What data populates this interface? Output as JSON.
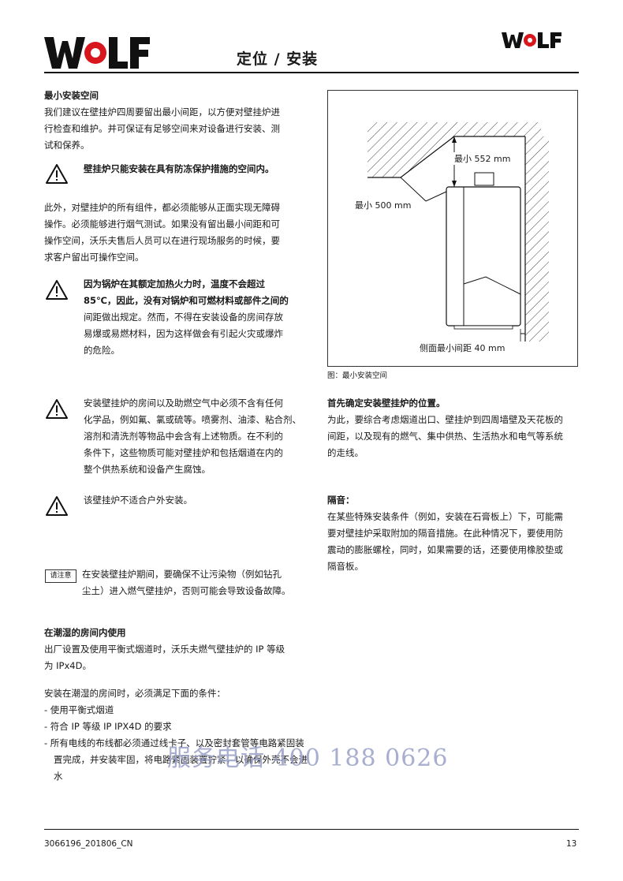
{
  "header": {
    "logo_text": "WOLF",
    "title": "定位 / 安装"
  },
  "left": {
    "section1_heading": "最小安装空间",
    "section1_lines": [
      "我们建议在壁挂炉四周要留出最小间距，以方便对壁挂炉进",
      "行检查和维护。并可保证有足够空间来对设备进行安装、测",
      "试和保养。"
    ],
    "warning1_text": "壁挂炉只能安装在具有防冻保护措施的空间内。",
    "para2_lines": [
      "此外，对壁挂炉的所有组件，都必须能够从正面实现无障碍",
      "操作。必须能够进行烟气测试。如果没有留出最小间距和可",
      "操作空间，沃乐夫售后人员可以在进行现场服务的时候，要",
      "求客户留出可操作空间。"
    ],
    "warning2_lines": [
      "因为锅炉在其额定加热火力时，温度不会超过",
      "85℃，因此，没有对锅炉和可燃材料或部件之间的",
      "间距做出规定。然而，不得在安装设备的房间存放",
      "易爆或易燃材料，因为这样做会有引起火灾或爆炸",
      "的危险。"
    ],
    "warning3_lines": [
      "安装壁挂炉的房间以及助燃空气中必须不含有任何",
      "化学品，例如氟、氯或硫等。喷雾剂、油漆、粘合剂、",
      "溶剂和清洗剂等物品中会含有上述物质。在不利的",
      "条件下，这些物质可能对壁挂炉和包括烟道在内的",
      "整个供热系统和设备产生腐蚀。"
    ],
    "warning4_text": "该壁挂炉不适合户外安装。",
    "note_badge": "请注意",
    "note_lines": [
      "在安装壁挂炉期间，要确保不让污染物（例如钻孔",
      "尘土）进入燃气壁挂炉，否则可能会导致设备故障。"
    ],
    "section2_heading": "在潮湿的房间内使用",
    "section2_lines": [
      "出厂设置及使用平衡式烟道时，沃乐夫燃气壁挂炉的 IP 等级",
      "为 IPx4D。"
    ],
    "section2_intro": "安装在潮湿的房间时，必须满足下面的条件：",
    "conditions": [
      "-  使用平衡式烟道",
      "-  符合 IP 等级 IP IPX4D 的要求",
      "-  所有电线的布线都必须通过线卡子、以及密封套管等电路紧固装置完成，并安装牢固，将电路紧固装置拧紧，以确保外壳不会进水"
    ]
  },
  "figure": {
    "label_top": "最小 552 mm",
    "label_left": "最小 500 mm",
    "label_side": "侧面最小间距 40 mm",
    "caption": "图：最小安装空间"
  },
  "right": {
    "section1_heading": "首先确定安装壁挂炉的位置。",
    "section1_lines": [
      "为此，要综合考虑烟道出口、壁挂炉到四周墙壁及天花板的",
      "间距，以及现有的燃气、集中供热、生活热水和电气等系统",
      "的走线。"
    ],
    "section2_heading": "隔音：",
    "section2_lines": [
      "在某些特殊安装条件（例如，安装在石膏板上）下，可能需",
      "要对壁挂炉采取附加的隔音措施。在此种情况下，要使用防",
      "震动的膨胀螺栓，同时，如果需要的话，还要使用橡胶垫或",
      "隔音板。"
    ]
  },
  "watermark": "服务电话 400 188 0626",
  "footer": {
    "doc_code": "3066196_201806_CN",
    "page_number": "13"
  }
}
